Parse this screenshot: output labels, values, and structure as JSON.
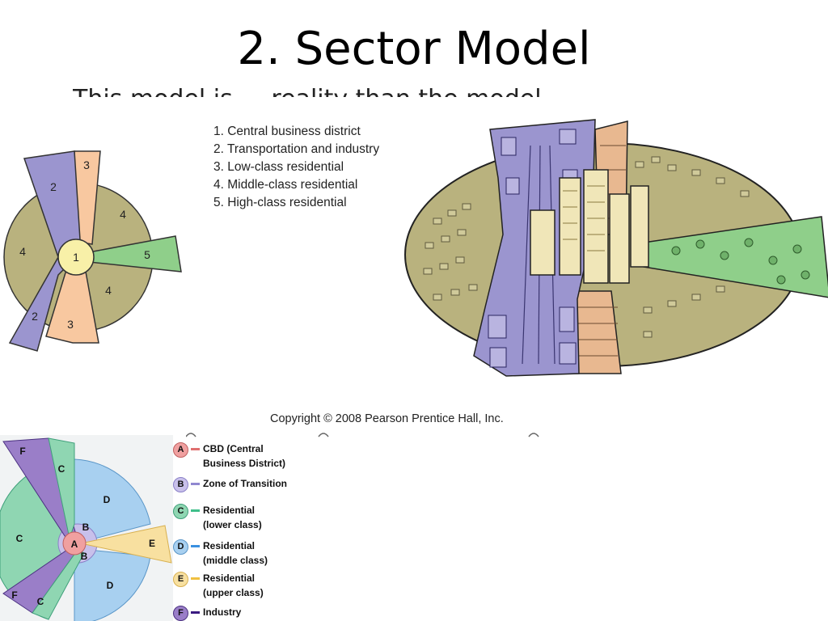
{
  "slide": {
    "title": "2. Sector Model",
    "clipped_text": "This model is ... reality than the model ..."
  },
  "figure1": {
    "sector_numbers": [
      "1",
      "2",
      "2",
      "3",
      "3",
      "4",
      "4",
      "4",
      "5"
    ],
    "legend": [
      "1. Central business district",
      "2. Transportation and industry",
      "3. Low-class residential",
      "4. Middle-class residential",
      "5. High-class residential"
    ],
    "colors": {
      "cbd": "#f8f0a8",
      "transport": "#9b95cf",
      "low": "#f8c8a0",
      "middle": "#b9b27e",
      "high": "#8fcf8a"
    }
  },
  "copyright": "Copyright © 2008 Pearson Prentice Hall, Inc.",
  "figure2": {
    "legend": [
      {
        "letter": "A",
        "text": [
          "CBD (Central",
          "Business District)"
        ],
        "color": "#f0a0a0",
        "line": "#e07070"
      },
      {
        "letter": "B",
        "text": [
          "Zone of Transition"
        ],
        "color": "#c8c0ea",
        "line": "#9088d0"
      },
      {
        "letter": "C",
        "text": [
          "Residential",
          "(lower class)"
        ],
        "color": "#8fd6b2",
        "line": "#3fbf8a"
      },
      {
        "letter": "D",
        "text": [
          "Residential",
          "(middle class)"
        ],
        "color": "#a8d0f0",
        "line": "#3a90e0"
      },
      {
        "letter": "E",
        "text": [
          "Residential",
          "(upper class)"
        ],
        "color": "#f8e0a0",
        "line": "#f0c040"
      },
      {
        "letter": "F",
        "text": [
          "Industry"
        ],
        "color": "#9a7ec8",
        "line": "#3a1a80"
      }
    ]
  }
}
